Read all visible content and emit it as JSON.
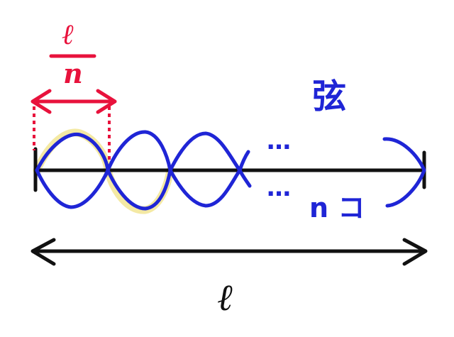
{
  "labels": {
    "segment_numerator": "ℓ",
    "segment_denominator": "n",
    "string_label": "弦",
    "count_label": "n コ",
    "ellipsis_top": "…",
    "ellipsis_bottom": "…",
    "total_length": "ℓ"
  },
  "colors": {
    "string": "#111111",
    "wave": "#1f25d6",
    "highlight": "#f3e79a",
    "annotation": "#e8123c",
    "text_blue": "#1f25d6",
    "text_black": "#111111"
  }
}
